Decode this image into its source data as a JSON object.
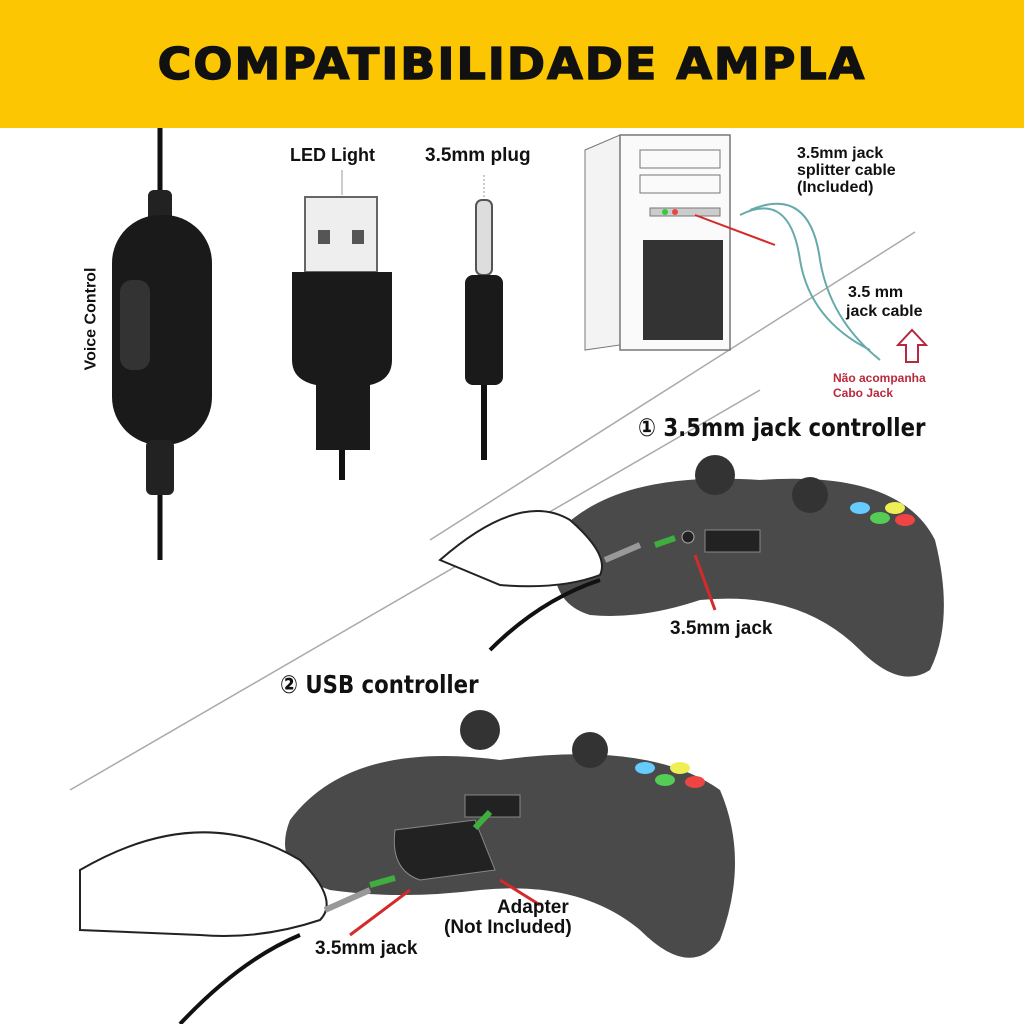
{
  "banner": {
    "title": "COMPATIBILIDADE AMPLA"
  },
  "labels": {
    "voice_control": "Voice Control",
    "led_light": "LED Light",
    "plug": "3.5mm plug",
    "splitter": [
      "3.5mm jack",
      "splitter cable",
      "(Included)"
    ],
    "jack_cable": [
      "3.5 mm",
      "jack cable"
    ],
    "not_included_note": [
      "Não acompanha",
      "Cabo Jack"
    ],
    "step1": "① 3.5mm jack controller",
    "step1_jack": "3.5mm jack",
    "step2": "② USB controller",
    "adapter": [
      "Adapter",
      "(Not Included)"
    ],
    "step2_jack": "3.5mm jack"
  },
  "colors": {
    "banner": "#fcc603",
    "controller": "#4a4a4a",
    "arrow_red": "#d42a2a",
    "arrow_green": "#3fae3f",
    "note_red": "#b8283e"
  }
}
